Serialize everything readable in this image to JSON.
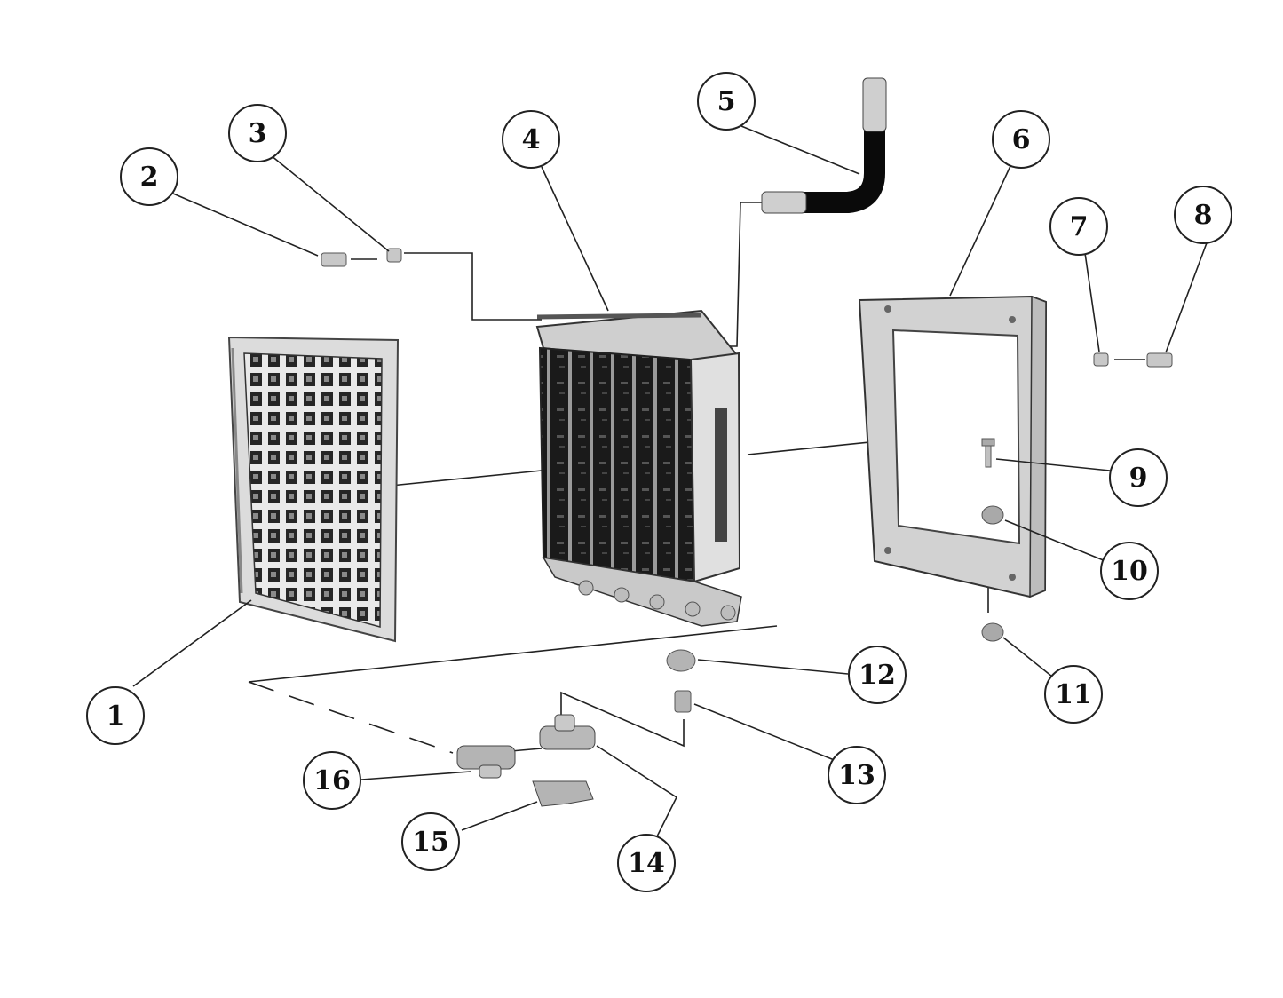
{
  "colors": {
    "line": "#222222",
    "part_light": "#d6d6d6",
    "part_mid": "#a9a9a9",
    "coil_dark": "#141414",
    "hose": "#000000",
    "background": "#ffffff"
  },
  "callouts": [
    {
      "id": "1",
      "label": "1"
    },
    {
      "id": "2",
      "label": "2"
    },
    {
      "id": "3",
      "label": "3"
    },
    {
      "id": "4",
      "label": "4"
    },
    {
      "id": "5",
      "label": "5"
    },
    {
      "id": "6",
      "label": "6"
    },
    {
      "id": "7",
      "label": "7"
    },
    {
      "id": "8",
      "label": "8"
    },
    {
      "id": "9",
      "label": "9"
    },
    {
      "id": "10",
      "label": "10"
    },
    {
      "id": "11",
      "label": "11"
    },
    {
      "id": "12",
      "label": "12"
    },
    {
      "id": "13",
      "label": "13"
    },
    {
      "id": "14",
      "label": "14"
    },
    {
      "id": "15",
      "label": "15"
    },
    {
      "id": "16",
      "label": "16"
    }
  ]
}
